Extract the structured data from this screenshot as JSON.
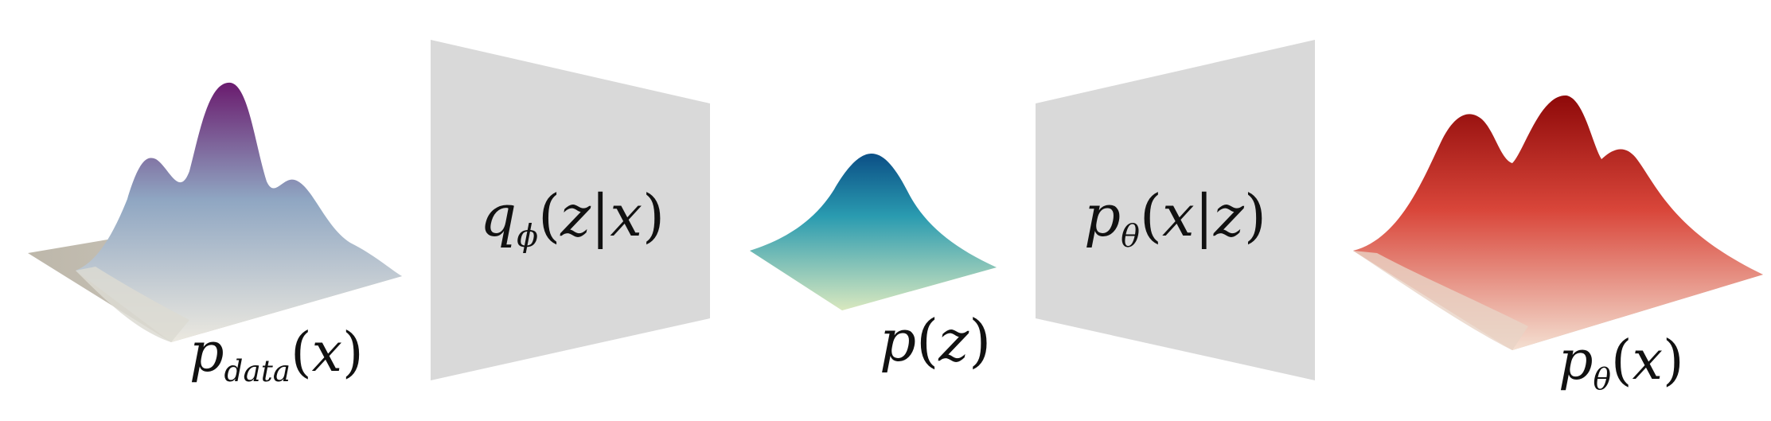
{
  "labels": {
    "data_dist": {
      "base": "p",
      "sub": "data",
      "arg": "x"
    },
    "encoder": {
      "base": "q",
      "sub": "ϕ",
      "arg": "z|x"
    },
    "prior": {
      "base": "p",
      "arg": "z"
    },
    "decoder": {
      "base": "p",
      "sub": "θ",
      "arg": "x|z"
    },
    "model_dist": {
      "base": "p",
      "sub": "θ",
      "arg": "x"
    }
  },
  "colors": {
    "panel_fill": "#d9d9d9",
    "data_surface_peak": "#6a1b6e",
    "data_surface_mid": "#8fa6c2",
    "data_surface_base": "#e9e7df",
    "prior_surface_peak": "#0b4f86",
    "prior_surface_mid": "#2a9bb0",
    "prior_surface_base": "#cfe3b3",
    "model_surface_peak": "#9a0c0c",
    "model_surface_mid": "#d9463a",
    "model_surface_base": "#f2dccc",
    "ground_plane": "#c9c4b8"
  }
}
